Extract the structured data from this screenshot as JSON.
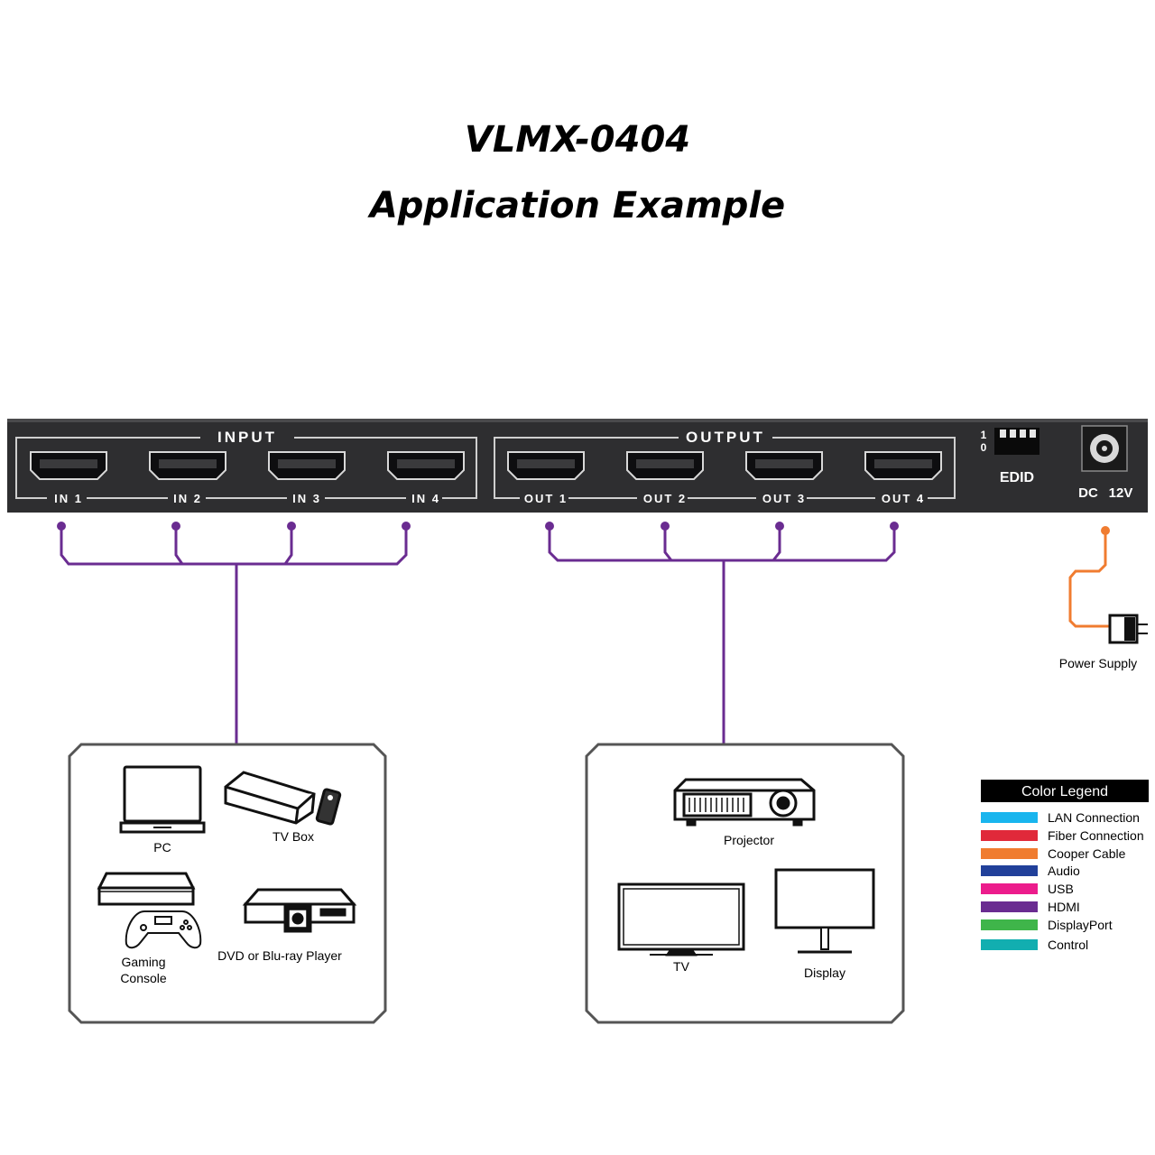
{
  "header": {
    "title": "VLMX-0404",
    "subtitle": "Application Example"
  },
  "device": {
    "input_label": "INPUT",
    "output_label": "OUTPUT",
    "inputs": [
      "IN 1",
      "IN 2",
      "IN 3",
      "IN 4"
    ],
    "outputs": [
      "OUT 1",
      "OUT 2",
      "OUT 3",
      "OUT 4"
    ],
    "edid": {
      "label": "EDID",
      "one": "1",
      "zero": "0"
    },
    "power_port": {
      "dc": "DC",
      "voltage": "12V"
    }
  },
  "power_supply": {
    "label": "Power Supply"
  },
  "sources": {
    "pc": "PC",
    "tv_box": "TV Box",
    "gaming_console_line1": "Gaming",
    "gaming_console_line2": "Console",
    "dvd": "DVD or Blu-ray Player"
  },
  "displays": {
    "projector": "Projector",
    "tv": "TV",
    "display": "Display"
  },
  "legend": {
    "title": "Color Legend",
    "items": [
      {
        "label": "LAN Connection",
        "color": "#19b5ee"
      },
      {
        "label": "Fiber Connection",
        "color": "#e0293a"
      },
      {
        "label": "Cooper Cable",
        "color": "#f07c30"
      },
      {
        "label": "Audio",
        "color": "#21409a"
      },
      {
        "label": "USB",
        "color": "#ec1c8c"
      },
      {
        "label": "HDMI",
        "color": "#6a2c91"
      },
      {
        "label": "DisplayPort",
        "color": "#3fb54a"
      },
      {
        "label": "Control",
        "color": "#12aeb0"
      }
    ]
  },
  "colors": {
    "hdmi": "#6a2c91",
    "power": "#f07c30",
    "panel": "#2e2e30"
  }
}
